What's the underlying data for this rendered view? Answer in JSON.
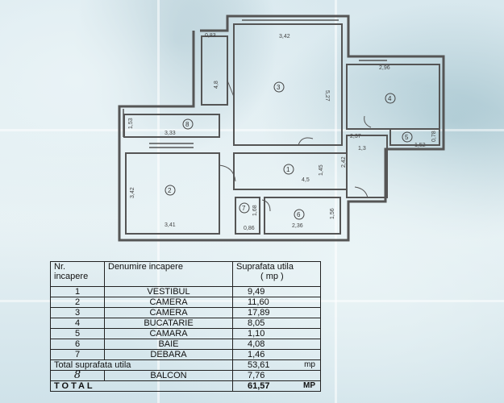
{
  "plan": {
    "rooms": [
      {
        "nr": "1"
      },
      {
        "nr": "2"
      },
      {
        "nr": "3"
      },
      {
        "nr": "4"
      },
      {
        "nr": "5"
      },
      {
        "nr": "6"
      },
      {
        "nr": "7"
      },
      {
        "nr": "8"
      }
    ],
    "dims": {
      "d_083": "0,83",
      "d_342_top": "3,42",
      "d_296": "2,96",
      "d_48": "4,8",
      "d_527": "5,27",
      "d_153": "1,53",
      "d_333": "3,33",
      "d_342_left": "3,42",
      "d_341": "3,41",
      "d_237": "2,37",
      "d_13": "1,3",
      "d_152": "1,52",
      "d_078": "0,78",
      "d_242": "2,42",
      "d_145": "1,45",
      "d_45": "4,5",
      "d_086": "0,86",
      "d_236": "2,36",
      "d_156": "1,56",
      "d_168": "1,68"
    }
  },
  "legend": {
    "header": {
      "nr": "Nr. incapere",
      "name": "Denumire incapere",
      "area": "Suprafata utila",
      "unit": "( mp )"
    },
    "rows": [
      {
        "nr": "1",
        "name": "VESTIBUL",
        "area": "9,49"
      },
      {
        "nr": "2",
        "name": "CAMERA",
        "area": "11,60"
      },
      {
        "nr": "3",
        "name": "CAMERA",
        "area": "17,89"
      },
      {
        "nr": "4",
        "name": "BUCATARIE",
        "area": "8,05"
      },
      {
        "nr": "5",
        "name": "CAMARA",
        "area": "1,10"
      },
      {
        "nr": "6",
        "name": "BAIE",
        "area": "4,08"
      },
      {
        "nr": "7",
        "name": "DEBARA",
        "area": "1,46"
      }
    ],
    "total_util": {
      "label": "Total suprafata utila",
      "value": "53,61",
      "unit": "mp"
    },
    "balcon": {
      "nr": "8",
      "name": "BALCON",
      "area": "7,76"
    },
    "total": {
      "label": "TOTAL",
      "value": "61,57",
      "unit": "MP"
    }
  }
}
